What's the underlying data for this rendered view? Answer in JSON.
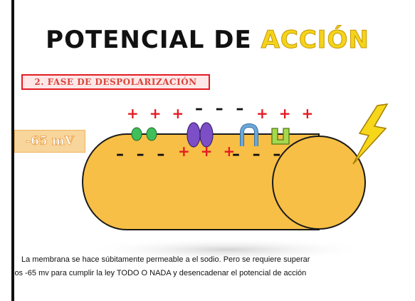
{
  "title": {
    "part1": "POTENCIAL DE ",
    "part2": "ACCIÓN"
  },
  "phase_label": "2. FASE DE DESPOLARIZACIÓN",
  "voltage_label": "-65 mV",
  "signs": {
    "plus": "+ + +",
    "minus": "– – –"
  },
  "description": {
    "line1": "La  membrana se hace súbitamente permeable a el sodio. Pero se requiere superar",
    "line2": "los -65 mv para  cumplir la ley  TODO O NADA y desencadenar el potencial de acción"
  },
  "colors": {
    "axon_fill": "#f7bf45",
    "axon_stroke": "#1a1a1a",
    "title_accent": "#f4d31c",
    "plus_sign": "#e41b23",
    "lightning": "#f6d71a",
    "channel_green": "#3fbf5a",
    "channel_purple": "#7d4fc7",
    "channel_blue": "#6aa8d8",
    "channel_lime": "#a6d84e"
  },
  "icons": [
    "lightning-bolt-icon",
    "green-channel-icon",
    "purple-channel-icon",
    "blue-channel-icon",
    "lime-channel-icon"
  ]
}
